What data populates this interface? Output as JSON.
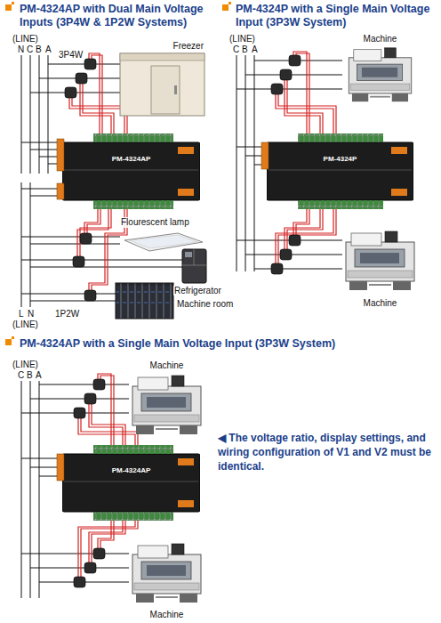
{
  "diagram": {
    "nodes": [
      {
        "text": [
          "PM-4324AP"
        ]
      },
      {
        "text": [
          "Freezer"
        ]
      },
      {
        "text": [
          "Flourescent lamp"
        ]
      },
      {
        "text": [
          "Refrigerator"
        ]
      },
      {
        "text": [
          "Machine room"
        ]
      },
      {
        "text": [
          "PM-4324P"
        ]
      },
      {
        "text": [
          "Machine"
        ]
      },
      {
        "text": [
          "Machine"
        ]
      },
      {
        "text": [
          "PM-4324AP"
        ]
      },
      {
        "text": [
          "Machine"
        ]
      },
      {
        "text": [
          "Machine"
        ]
      }
    ],
    "labels": [
      "PM-4324AP with Dual Main Voltage Inputs (3P4W & 1P2W Systems)",
      "(LINE)",
      "N",
      "C",
      "B",
      "A",
      "3P4W",
      "L",
      "N",
      "(LINE)",
      "1P2W",
      "PM-4324P with a Single Main Voltage Input (3P3W System)",
      "(LINE)",
      "C",
      "B",
      "A",
      "PM-4324AP with a Single Main Voltage Input (3P3W System)",
      "(LINE)",
      "C",
      "B",
      "A",
      "◀ The voltage ratio, display settings, and wiring configuration of V1 and V2 must be identical."
    ]
  }
}
